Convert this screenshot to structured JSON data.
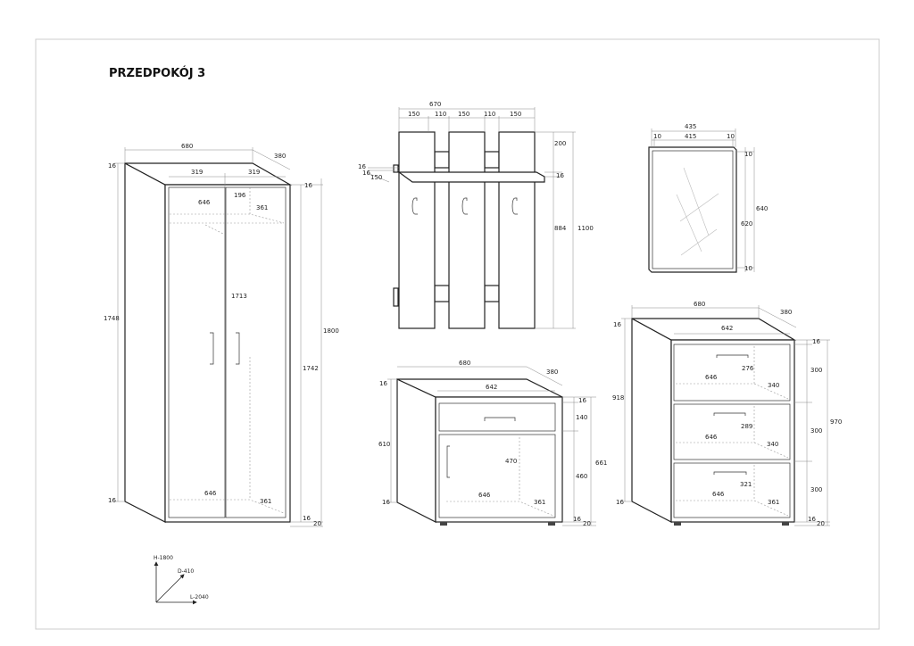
{
  "title": "PRZEDPOKÓJ 3",
  "wardrobe": {
    "width": "680",
    "depth": "380",
    "door_left": "319",
    "door_right": "319",
    "top_thickness": "16",
    "side_top": "16",
    "height_total_side": "1748",
    "height_total": "1800",
    "height_inner": "1742",
    "shelf_gap": "196",
    "shelf_width": "646",
    "shelf_depth": "361",
    "interior_height": "1713",
    "bottom_thickness_left": "16",
    "bottom_width": "646",
    "bottom_depth": "361",
    "bottom_thickness_right": "16",
    "plinth": "20"
  },
  "hanger": {
    "width": "670",
    "panel1": "150",
    "gap1": "110",
    "panel2": "150",
    "gap2": "110",
    "panel3": "150",
    "top_offset": "200",
    "shelf_thickness": "16",
    "panel_lower": "884",
    "height": "1100",
    "side_a": "16",
    "side_b": "16",
    "shelf_depth": "150"
  },
  "mirror": {
    "width": "435",
    "frame_left": "10",
    "glass_width": "415",
    "frame_right": "10",
    "frame_top": "10",
    "height": "640",
    "glass_height": "620",
    "frame_bottom": "10"
  },
  "shoe_cabinet": {
    "width": "680",
    "depth": "380",
    "inner_width": "642",
    "top_left": "16",
    "top_right": "16",
    "drawer_height": "140",
    "side_height": "610",
    "door_inner": "470",
    "height": "661",
    "door_height": "460",
    "bottom_width": "646",
    "bottom_depth": "361",
    "bottom_left": "16",
    "bottom_right": "16",
    "plinth": "20"
  },
  "dresser": {
    "width": "680",
    "depth": "380",
    "inner_width": "642",
    "top_left": "16",
    "top_right": "16",
    "drawer1_front": "300",
    "drawer1_height": "276",
    "drawer1_width": "646",
    "drawer1_depth": "340",
    "side_height": "918",
    "drawer2_front": "300",
    "height": "970",
    "drawer2_height": "289",
    "drawer2_width": "646",
    "drawer2_depth": "340",
    "drawer3_front": "300",
    "drawer3_height": "321",
    "drawer3_width": "646",
    "drawer3_depth": "361",
    "bottom_left": "16",
    "bottom_right": "16",
    "plinth": "20"
  },
  "axes": {
    "height": "H-1800",
    "depth": "D-410",
    "length": "L-2040"
  }
}
